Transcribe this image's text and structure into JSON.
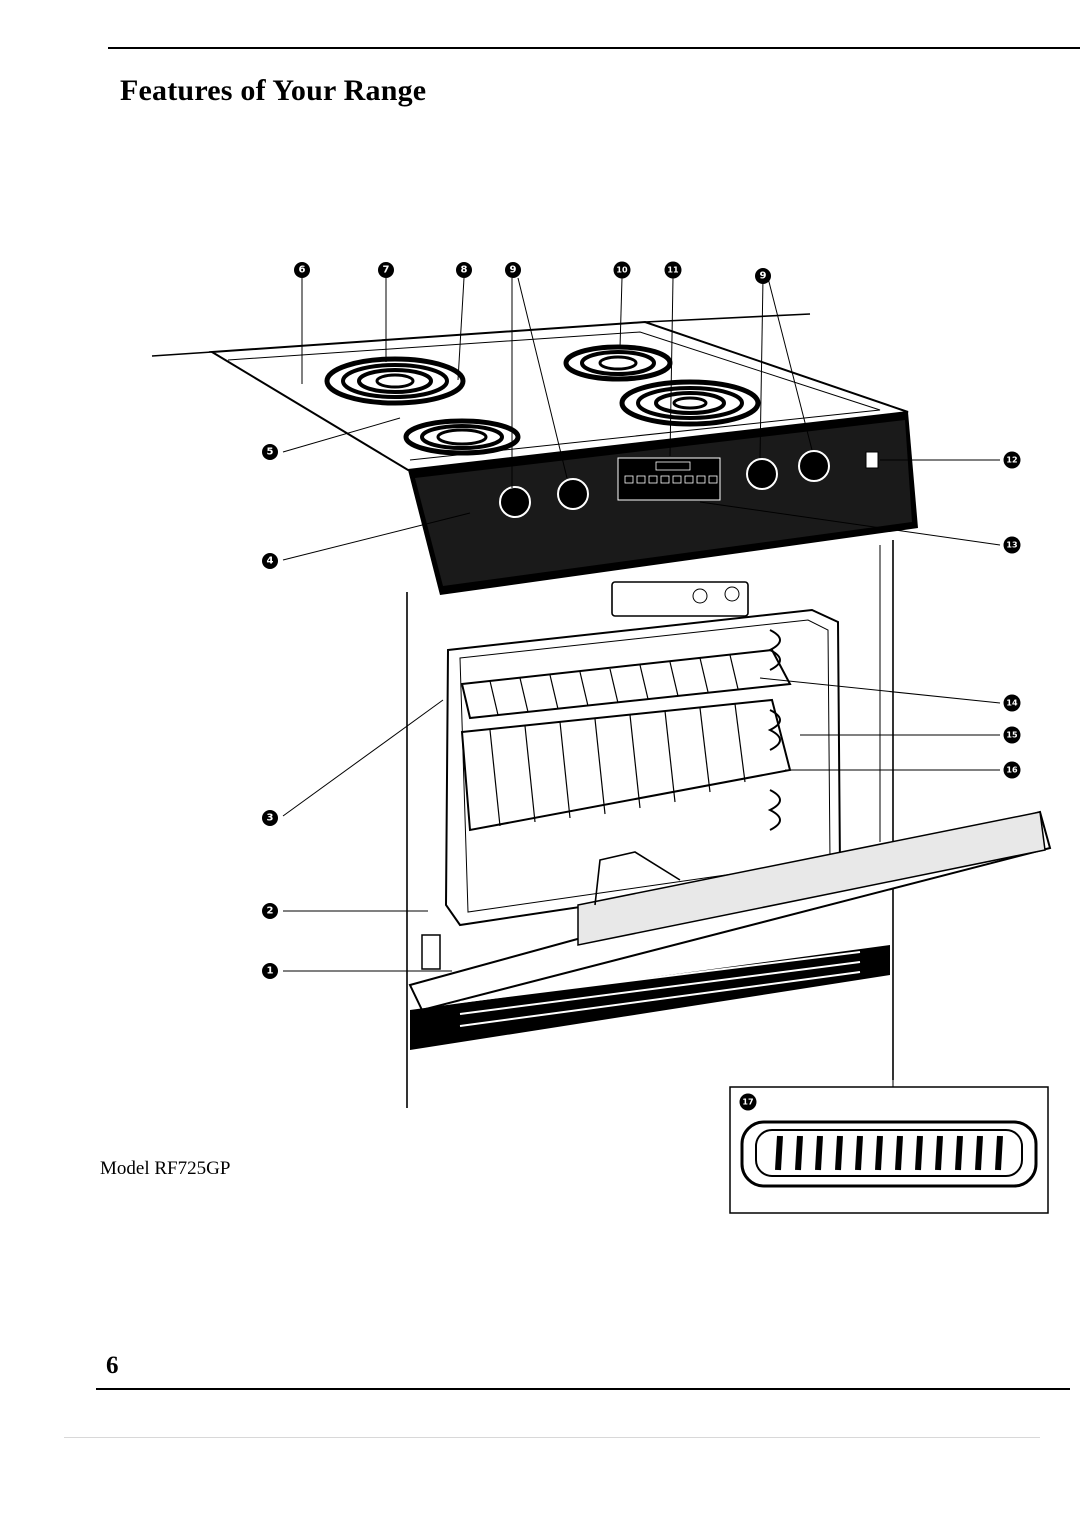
{
  "header": {
    "title": "Features of Your Range"
  },
  "diagram": {
    "model_label": "Model RF725GP",
    "callouts": [
      "1",
      "2",
      "3",
      "4",
      "5",
      "6",
      "7",
      "8",
      "9",
      "10",
      "11",
      "9",
      "12",
      "13",
      "14",
      "15",
      "16",
      "17"
    ]
  },
  "footer": {
    "page_number": "6"
  }
}
